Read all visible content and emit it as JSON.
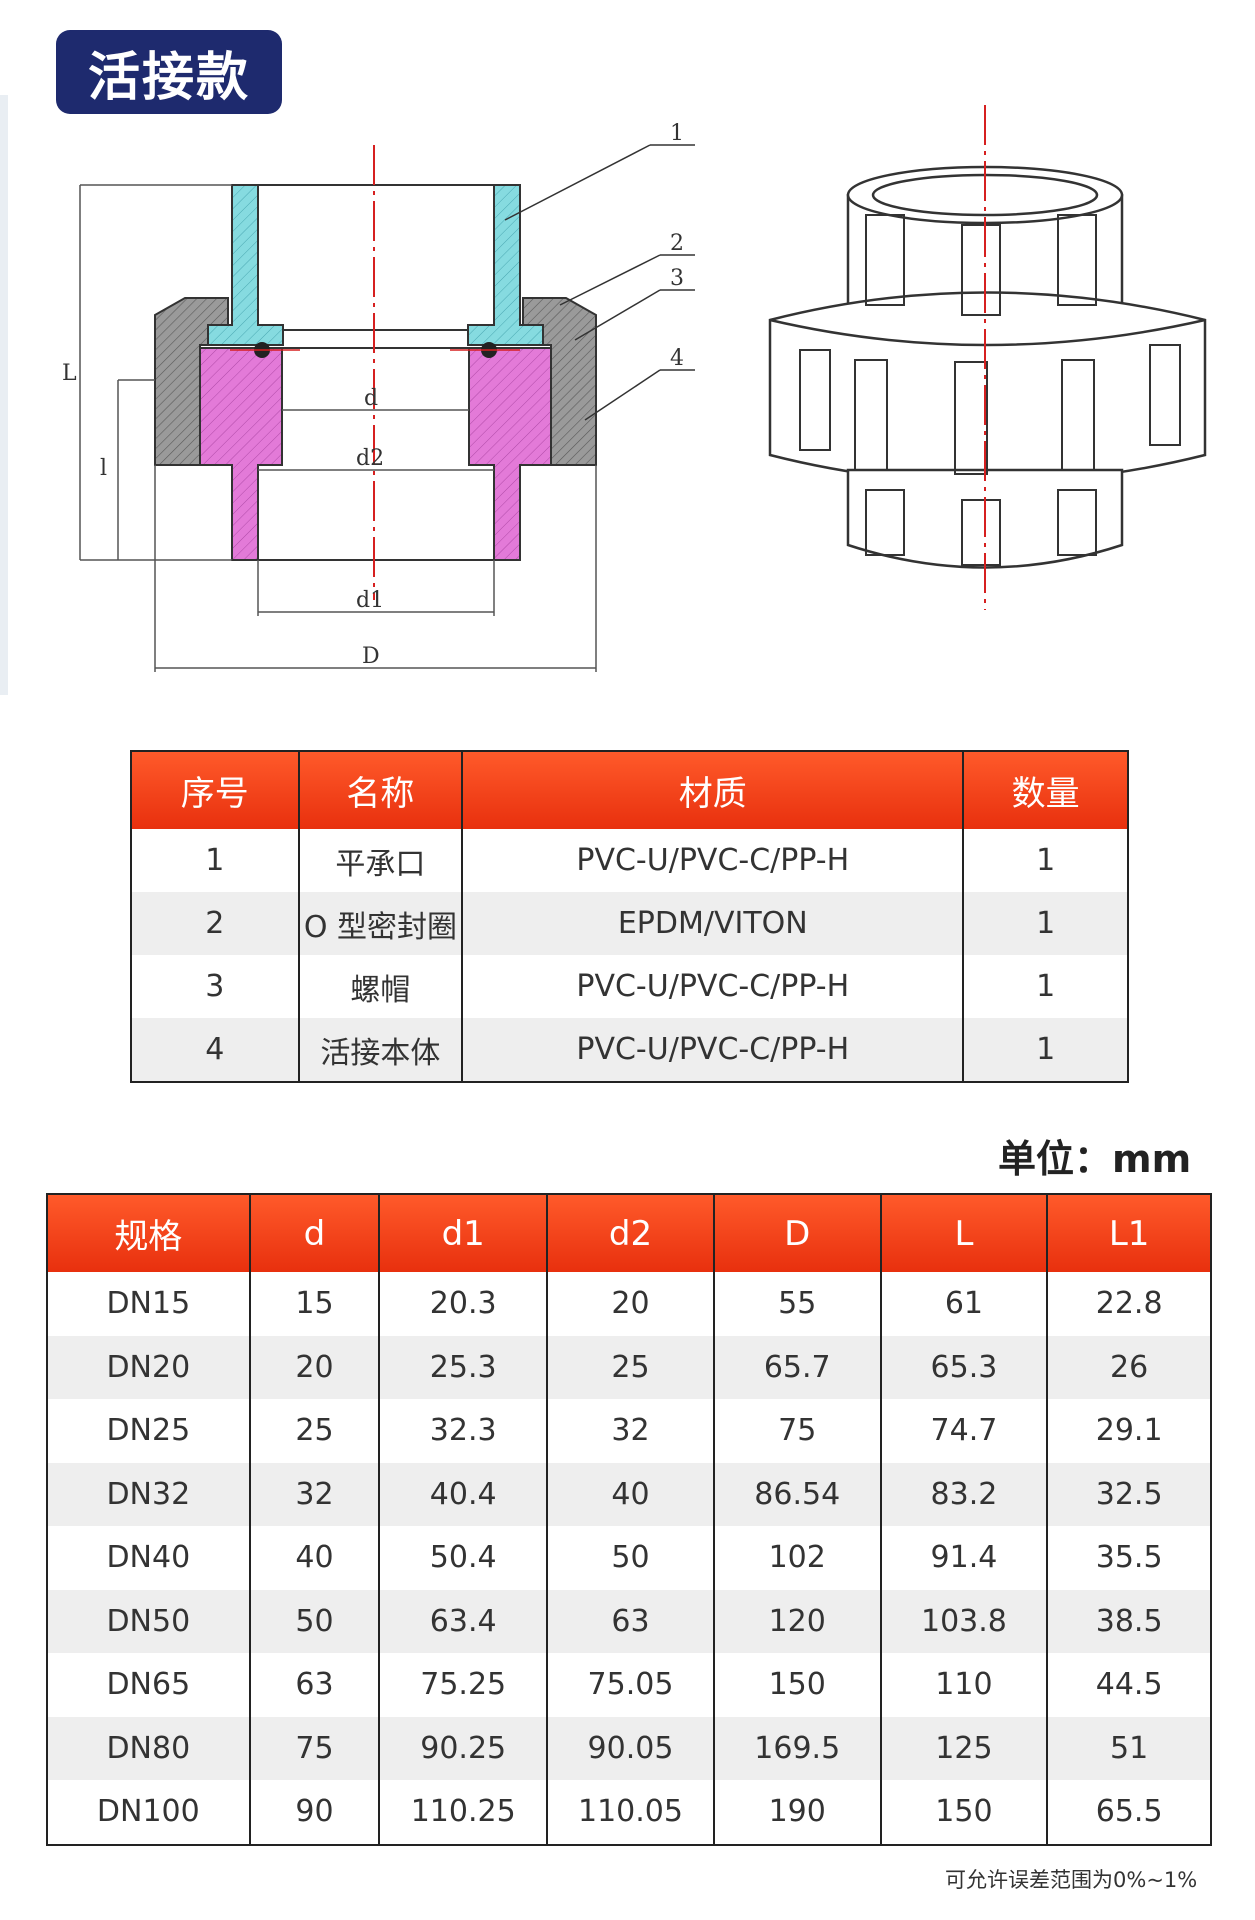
{
  "header": {
    "title": "活接款"
  },
  "drawing_labels": {
    "callout_1": "1",
    "callout_2": "2",
    "callout_3": "3",
    "callout_4": "4",
    "dim_d": "d",
    "dim_d2": "d2",
    "dim_d1": "d1",
    "dim_D": "D",
    "dim_L": "L",
    "dim_L1": "l"
  },
  "parts_table": {
    "headers": [
      "序号",
      "名称",
      "材质",
      "数量"
    ],
    "rows": [
      [
        "1",
        "平承口",
        "PVC-U/PVC-C/PP-H",
        "1"
      ],
      [
        "2",
        "O 型密封圈",
        "EPDM/VITON",
        "1"
      ],
      [
        "3",
        "螺帽",
        "PVC-U/PVC-C/PP-H",
        "1"
      ],
      [
        "4",
        "活接本体",
        "PVC-U/PVC-C/PP-H",
        "1"
      ]
    ]
  },
  "unit_label": "单位：mm",
  "spec_table": {
    "headers": [
      "规格",
      "d",
      "d1",
      "d2",
      "D",
      "L",
      "L1"
    ],
    "rows": [
      [
        "DN15",
        "15",
        "20.3",
        "20",
        "55",
        "61",
        "22.8"
      ],
      [
        "DN20",
        "20",
        "25.3",
        "25",
        "65.7",
        "65.3",
        "26"
      ],
      [
        "DN25",
        "25",
        "32.3",
        "32",
        "75",
        "74.7",
        "29.1"
      ],
      [
        "DN32",
        "32",
        "40.4",
        "40",
        "86.54",
        "83.2",
        "32.5"
      ],
      [
        "DN40",
        "40",
        "50.4",
        "50",
        "102",
        "91.4",
        "35.5"
      ],
      [
        "DN50",
        "50",
        "63.4",
        "63",
        "120",
        "103.8",
        "38.5"
      ],
      [
        "DN65",
        "63",
        "75.25",
        "75.05",
        "150",
        "110",
        "44.5"
      ],
      [
        "DN80",
        "75",
        "90.25",
        "90.05",
        "169.5",
        "125",
        "51"
      ],
      [
        "DN100",
        "90",
        "110.25",
        "110.05",
        "190",
        "150",
        "65.5"
      ]
    ]
  },
  "footnote": "可允许误差范围为0%~1%",
  "colors": {
    "header_badge": "#1e2a6e",
    "table_header": "#f04a1c",
    "cyan_part": "#7fd6dc",
    "pink_part": "#e06ad4",
    "nut_gray": "#8a8a8a",
    "axis_red": "#d62020"
  }
}
